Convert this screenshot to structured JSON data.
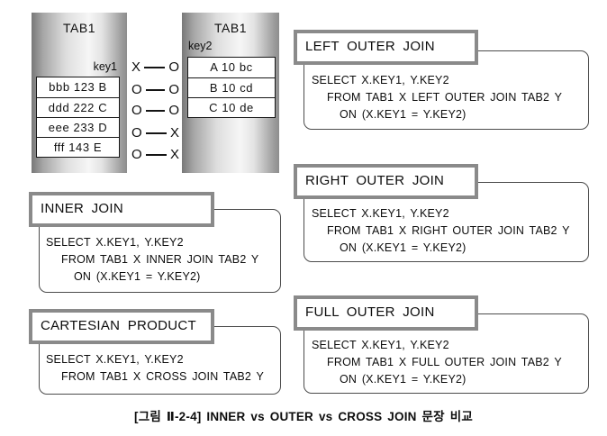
{
  "tables": {
    "left": {
      "title": "TAB1",
      "key_label": "key1",
      "rows": [
        "bbb 123 B",
        "ddd 222 C",
        "eee 233 D",
        "fff 143 E"
      ]
    },
    "right": {
      "title": "TAB1",
      "key_label": "key2",
      "rows": [
        "A 10 bc",
        "B 10 cd",
        "C 10 de"
      ]
    }
  },
  "connectors": [
    {
      "left": "X",
      "right": "O"
    },
    {
      "left": "O",
      "right": "O"
    },
    {
      "left": "O",
      "right": "O"
    },
    {
      "left": "O",
      "right": "X"
    },
    {
      "left": "O",
      "right": "X"
    }
  ],
  "join_boxes": {
    "left_outer": {
      "title": "LEFT OUTER JOIN",
      "sql": [
        "SELECT X.KEY1, Y.KEY2",
        "FROM TAB1 X LEFT OUTER JOIN TAB2 Y",
        "ON (X.KEY1 = Y.KEY2)"
      ]
    },
    "right_outer": {
      "title": "RIGHT OUTER JOIN",
      "sql": [
        "SELECT X.KEY1, Y.KEY2",
        "FROM TAB1 X RIGHT OUTER JOIN TAB2 Y",
        "ON (X.KEY1 = Y.KEY2)"
      ]
    },
    "full_outer": {
      "title": "FULL OUTER JOIN",
      "sql": [
        "SELECT X.KEY1, Y.KEY2",
        "FROM TAB1 X FULL OUTER JOIN TAB2 Y",
        "ON (X.KEY1 = Y.KEY2)"
      ]
    },
    "inner": {
      "title": "INNER JOIN",
      "sql": [
        "SELECT X.KEY1, Y.KEY2",
        "FROM TAB1 X INNER JOIN TAB2 Y",
        "ON (X.KEY1 = Y.KEY2)"
      ]
    },
    "cartesian": {
      "title": "CARTESIAN PRODUCT",
      "sql": [
        "SELECT X.KEY1, Y.KEY2",
        "FROM TAB1 X CROSS JOIN TAB2 Y"
      ]
    }
  },
  "caption": "[그림 Ⅱ-2-4] INNER vs OUTER vs CROSS JOIN 문장 비교",
  "colors": {
    "background": "#ffffff",
    "column_gradient_dark": "#787878",
    "column_gradient_light": "#f6f6f6",
    "title_box_border": "#8a8a8a",
    "panel_border": "#4c4c4c",
    "row_border": "#161616",
    "text": "#0d0d0d"
  }
}
